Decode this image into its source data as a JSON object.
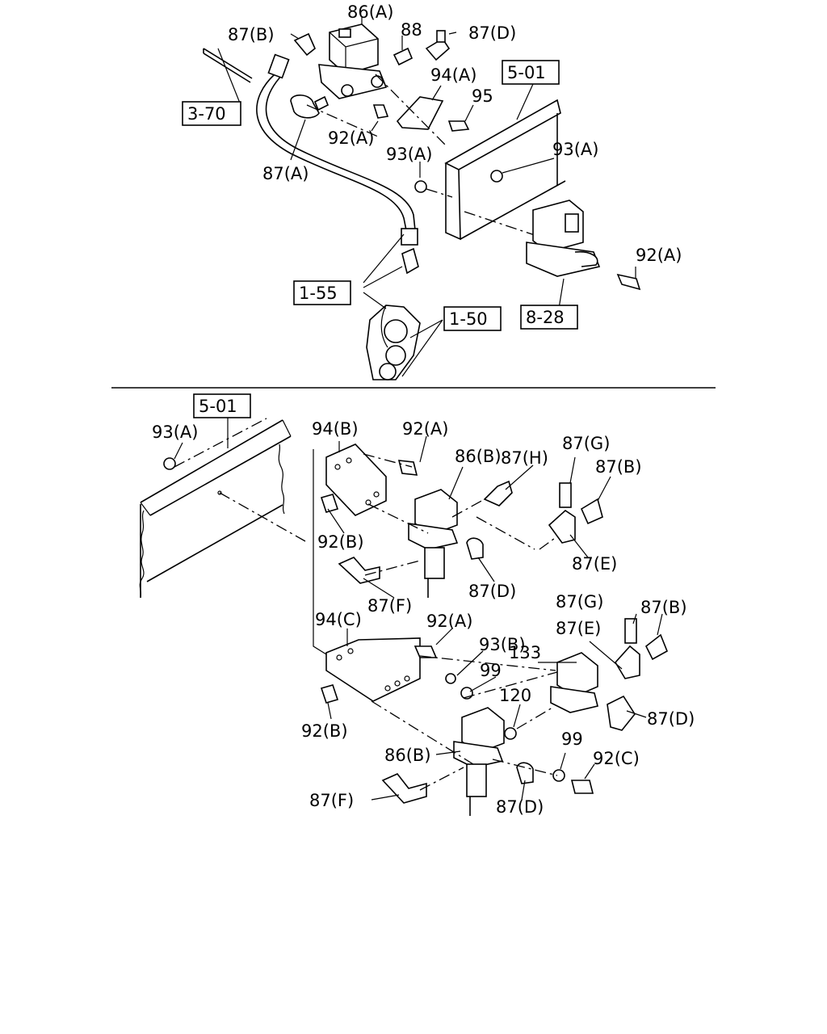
{
  "labels": {
    "l_86a": "86(A)",
    "l_87b_top": "87(B)",
    "l_88": "88",
    "l_87d_top": "87(D)",
    "l_94a": "94(A)",
    "l_95": "95",
    "l_92a_top": "92(A)",
    "l_93a_top1": "93(A)",
    "l_93a_top2": "93(A)",
    "l_87a": "87(A)",
    "l_92a_right": "92(A)",
    "l_93a_bot": "93(A)",
    "l_94b": "94(B)",
    "l_92a_mid": "92(A)",
    "l_86b_top": "86(B)",
    "l_87h": "87(H)",
    "l_87g_1": "87(G)",
    "l_87b_mid": "87(B)",
    "l_92b_1": "92(B)",
    "l_87e_1": "87(E)",
    "l_87f_1": "87(F)",
    "l_87d_mid": "87(D)",
    "l_94c": "94(C)",
    "l_92a_low": "92(A)",
    "l_93b": "93(B)",
    "l_99_1": "99",
    "l_133": "133",
    "l_87g_2": "87(G)",
    "l_87b_low": "87(B)",
    "l_87e_2": "87(E)",
    "l_120": "120",
    "l_87d_low": "87(D)",
    "l_92b_2": "92(B)",
    "l_86b_low": "86(B)",
    "l_99_2": "99",
    "l_92c": "92(C)",
    "l_87f_2": "87(F)",
    "l_87d_bot": "87(D)"
  },
  "refs": {
    "r_501_top": "5-01",
    "r_370": "3-70",
    "r_155": "1-55",
    "r_150": "1-50",
    "r_828": "8-28",
    "r_501_bot": "5-01"
  }
}
